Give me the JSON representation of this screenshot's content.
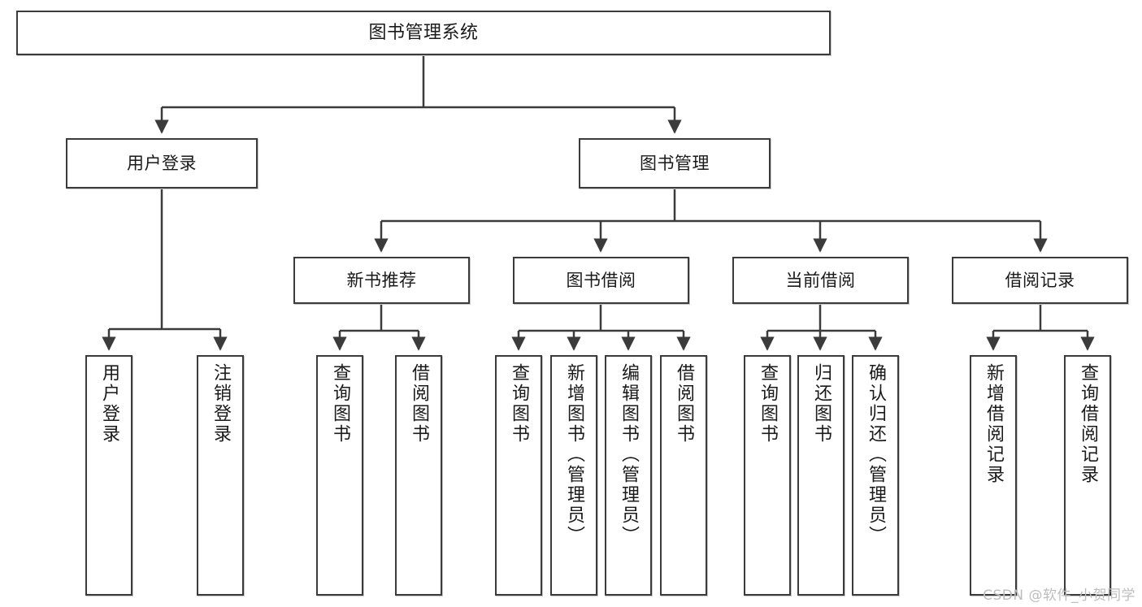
{
  "diagram": {
    "type": "tree",
    "title": "图书管理系统",
    "orientation": "top-down",
    "line_color": "#3b3b3b",
    "box_fill": "#ffffff",
    "text_color": "#1a1a1a"
  },
  "nodes": {
    "root": {
      "label": "图书管理系统"
    },
    "level2": [
      {
        "label": "用户登录"
      },
      {
        "label": "图书管理"
      }
    ],
    "level3": [
      {
        "label": "新书推荐"
      },
      {
        "label": "图书借阅"
      },
      {
        "label": "当前借阅"
      },
      {
        "label": "借阅记录"
      }
    ],
    "leaves_user_login": [
      {
        "label": "用户登录"
      },
      {
        "label": "注销登录"
      }
    ],
    "leaves_new_book": [
      {
        "label": "查询图书"
      },
      {
        "label": "借阅图书"
      }
    ],
    "leaves_borrow": [
      {
        "label": "查询图书"
      },
      {
        "label": "新增图书（管理员）"
      },
      {
        "label": "编辑图书（管理员）"
      },
      {
        "label": "借阅图书"
      }
    ],
    "leaves_current": [
      {
        "label": "查询图书"
      },
      {
        "label": "归还图书"
      },
      {
        "label": "确认归还（管理员）"
      }
    ],
    "leaves_record": [
      {
        "label": "新增借阅记录"
      },
      {
        "label": "查询借阅记录"
      }
    ]
  },
  "watermark": {
    "text": "CSDN @软件_小贺同学"
  }
}
